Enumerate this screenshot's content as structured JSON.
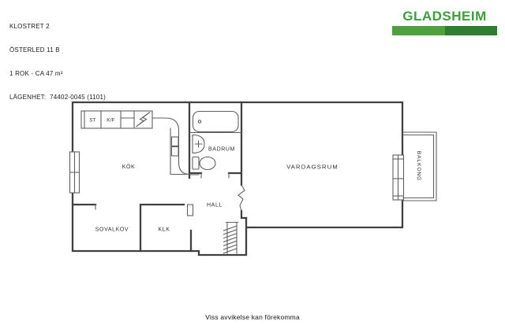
{
  "header": {
    "lines": [
      "KLOSTRET 2",
      "ÖSTERLED 11 B",
      "1 ROK - CA 47 m²",
      "LÄGENHET:  74402-0045 (1101)"
    ]
  },
  "logo": {
    "text": "GLADSHEIM"
  },
  "rooms": {
    "st": "ST",
    "kf": "K/F",
    "kok": "KÖK",
    "badrum": "BADRUM",
    "vardagsrum": "VARDAGSRUM",
    "balkong": "BALKONG",
    "hall": "HALL",
    "sovalkov": "SOVALKOV",
    "klk": "KLK"
  },
  "footer": {
    "disclaimer": "Viss avvikelse kan förekomma"
  },
  "colors": {
    "logo-green": "#3aa03a",
    "bar-light": "#4da23f",
    "bar-dark": "#2e7d30",
    "wall": "#414141",
    "fixture": "#606060",
    "label": "#2e2e2e"
  }
}
